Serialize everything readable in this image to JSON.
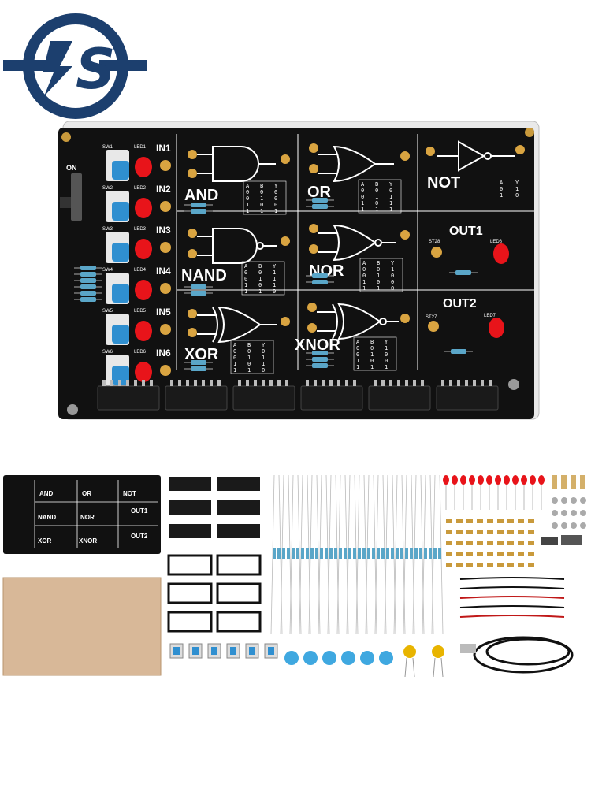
{
  "brand": {
    "logo_letter": "S"
  },
  "board": {
    "switch_label": "ON",
    "inputs": [
      "IN1",
      "IN2",
      "IN3",
      "IN4",
      "IN5",
      "IN6"
    ],
    "switches": [
      "SW1",
      "SW2",
      "SW3",
      "SW4",
      "SW5",
      "SW6"
    ],
    "leds": [
      "LED1",
      "LED2",
      "LED3",
      "LED4",
      "LED5",
      "LED6"
    ],
    "gates": [
      "AND",
      "OR",
      "NOT",
      "NAND",
      "NOR",
      "XOR",
      "XNOR"
    ],
    "outputs": [
      "OUT1",
      "OUT2"
    ],
    "out_leds": [
      "LED8",
      "LED7"
    ],
    "test_points": [
      "ST28",
      "ST27"
    ],
    "truth_header": [
      "A",
      "B",
      "Y"
    ],
    "truth": {
      "AND": [
        [
          "0",
          "0",
          "0"
        ],
        [
          "0",
          "1",
          "0"
        ],
        [
          "1",
          "0",
          "0"
        ],
        [
          "1",
          "1",
          "1"
        ]
      ],
      "OR": [
        [
          "0",
          "0",
          "0"
        ],
        [
          "0",
          "1",
          "1"
        ],
        [
          "1",
          "0",
          "1"
        ],
        [
          "1",
          "1",
          "1"
        ]
      ],
      "NAND": [
        [
          "0",
          "0",
          "1"
        ],
        [
          "0",
          "1",
          "1"
        ],
        [
          "1",
          "0",
          "1"
        ],
        [
          "1",
          "1",
          "0"
        ]
      ],
      "NOR": [
        [
          "0",
          "0",
          "1"
        ],
        [
          "0",
          "1",
          "0"
        ],
        [
          "1",
          "0",
          "0"
        ],
        [
          "1",
          "1",
          "0"
        ]
      ],
      "XOR": [
        [
          "0",
          "0",
          "0"
        ],
        [
          "0",
          "1",
          "1"
        ],
        [
          "1",
          "0",
          "1"
        ],
        [
          "1",
          "1",
          "0"
        ]
      ],
      "XNOR": [
        [
          "0",
          "0",
          "1"
        ],
        [
          "0",
          "1",
          "0"
        ],
        [
          "1",
          "0",
          "0"
        ],
        [
          "1",
          "1",
          "1"
        ]
      ],
      "NOT_header": [
        "A",
        "Y"
      ],
      "NOT": [
        [
          "0",
          "1"
        ],
        [
          "1",
          "0"
        ]
      ]
    }
  },
  "colors": {
    "logo": "#1c3f6e",
    "pcb": "#111111",
    "led": "#e8141a",
    "button": "#2f8fd0",
    "copper": "#d9a441"
  }
}
